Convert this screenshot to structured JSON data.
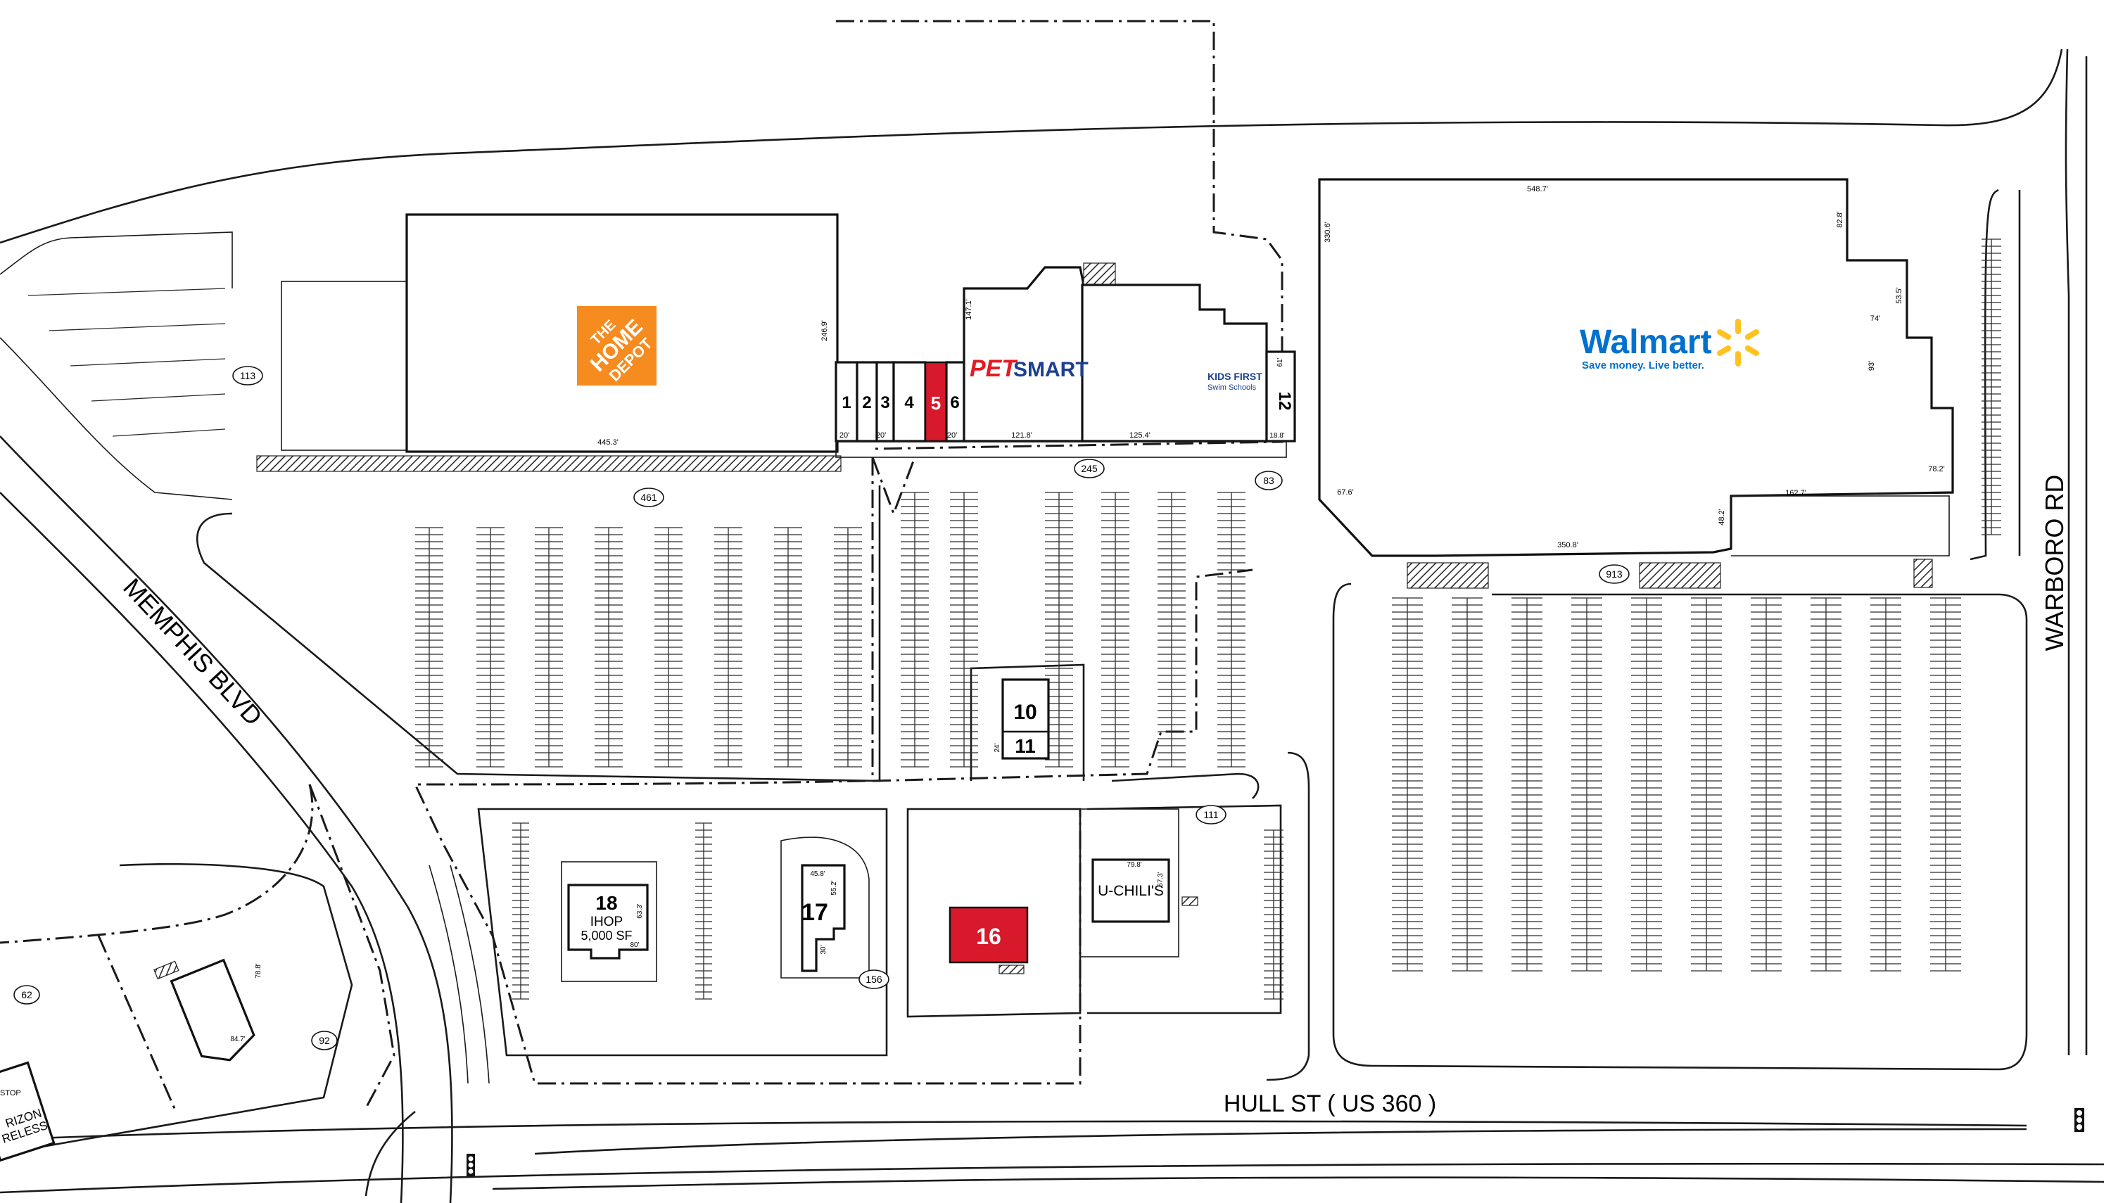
{
  "roads": {
    "memphis": "MEMPHIS BLVD",
    "warboro": "WARBORO RD",
    "hull": "HULL ST ( US 360 )"
  },
  "stores": {
    "home_depot_lines": [
      "THE",
      "HOME",
      "DEPOT"
    ],
    "petsmart_pet": "PET",
    "petsmart_smart": "SMART",
    "kids_first_1": "KIDS FIRST",
    "kids_first_2": "Swim Schools",
    "walmart": "Walmart",
    "walmart_tagline": "Save money. Live better.",
    "chilis": "U-CHILI'S",
    "ihop_number": "18",
    "ihop_name": "IHOP",
    "ihop_area": "5,000 SF",
    "verizon_1": "RIZON",
    "verizon_2": "RELESS",
    "stop": "STOP"
  },
  "units": {
    "u1": "1",
    "u2": "2",
    "u3": "3",
    "u4": "4",
    "u5": "5",
    "u6": "6",
    "u10": "10",
    "u11": "11",
    "u12": "12",
    "u16": "16",
    "u17": "17"
  },
  "parking_counts": {
    "c113": "113",
    "c461": "461",
    "c245": "245",
    "c83": "83",
    "c913": "913",
    "c111": "111",
    "c156": "156",
    "c62": "62",
    "c92": "92"
  },
  "dimensions": {
    "hd_width": "445.3'",
    "hd_depth": "246.9'",
    "unit1": "20'",
    "unit3": "20'",
    "unit6": "20'",
    "petsmart_depth": "147.1'",
    "petsmart_width": "121.8'",
    "anchor_width": "125.4'",
    "u12_width": "18.8'",
    "u12_depth": "61'",
    "wm_top": "548.7'",
    "wm_left": "330.6'",
    "wm_right_top": "82.8'",
    "wm_notch_w": "74'",
    "wm_notch_h": "53.5'",
    "wm_side": "93'",
    "wm_lower": "78.2'",
    "wm_ell": "162.7'",
    "wm_ell_h": "48.2'",
    "wm_bottom": "350.8'",
    "wm_left_low": "67.6'",
    "ihop_w": "80'",
    "ihop_d": "63.3'",
    "u17_w": "45.8'",
    "u17_d": "55.2'",
    "u17_s": "30'",
    "chilis_w": "79.8'",
    "chilis_d": "67.3'",
    "u10_s": "24'",
    "pad_w": "84.7'",
    "pad_d": "78.8'"
  },
  "colors": {
    "home_depot_orange": "#f68b1f",
    "petsmart_red": "#e31b23",
    "petsmart_blue": "#1d3f8f",
    "walmart_blue": "#0071ce",
    "walmart_spark": "#ffc220",
    "highlight_red": "#d7192b"
  },
  "icons": {
    "home_depot": "home-depot-logo",
    "walmart_spark": "walmart-spark-icon",
    "traffic_signal": "traffic-signal-icon"
  }
}
